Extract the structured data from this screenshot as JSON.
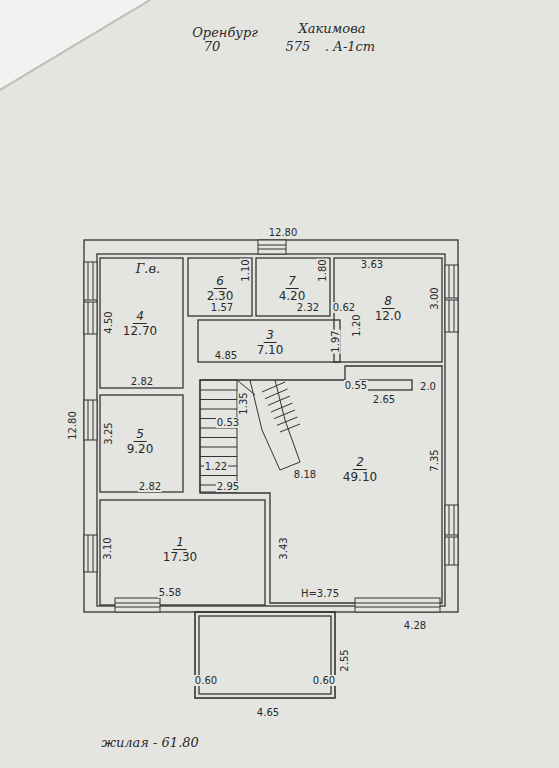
{
  "diagram": {
    "nodes": [
      {
        "text": [
          "4",
          "12.70"
        ]
      },
      {
        "text": [
          "6",
          "2.30"
        ]
      },
      {
        "text": [
          "7",
          "4.20"
        ]
      },
      {
        "text": [
          "8",
          "12.0"
        ]
      },
      {
        "text": [
          "3",
          "7.10"
        ]
      },
      {
        "text": [
          "5",
          "9.20"
        ]
      },
      {
        "text": [
          "2",
          "49.10"
        ]
      },
      {
        "text": [
          "1",
          "17.30"
        ]
      }
    ],
    "labels": [
      "Оренбург",
      "Хакимова",
      "70",
      "575",
      ". А-1ст",
      "12.80",
      "12.80",
      "4.50",
      "Г.в.",
      "2.82",
      "3.25",
      "2.82",
      "3.10",
      "5.58",
      "1.57",
      "2.32",
      "1.10",
      "1.80",
      "0.62",
      "3.63",
      "3.00",
      "1.20",
      "4.85",
      "1.97",
      "0.55",
      "2.0",
      "2.65",
      "1.35",
      "0.53",
      "1.22",
      "2.95",
      "8.18",
      "7.35",
      "3.43",
      "Н=3.75",
      "4.28",
      "2.55",
      "0.60",
      "0.60",
      "4.65",
      "жилая - 61.80"
    ]
  }
}
